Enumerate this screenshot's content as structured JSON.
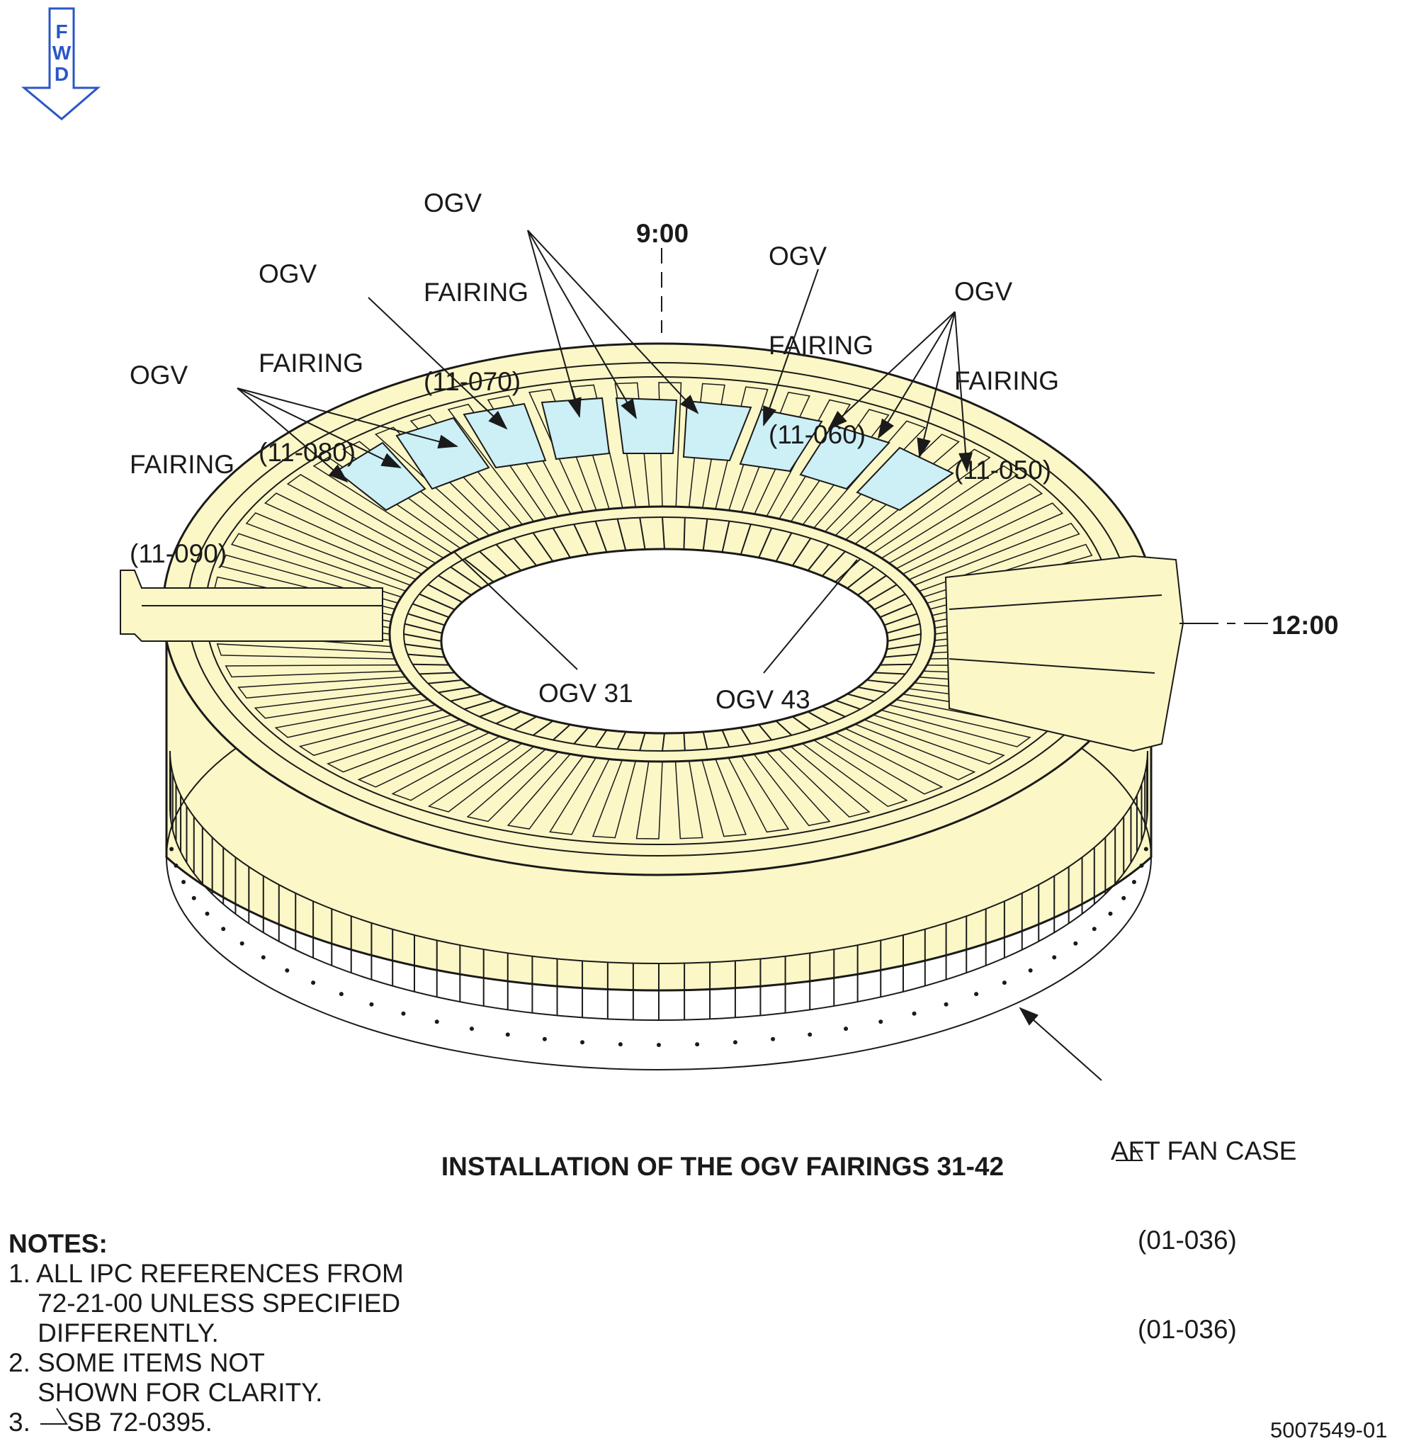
{
  "fwd_arrow": {
    "letters": [
      "F",
      "W",
      "D"
    ],
    "color": "#2a56c6"
  },
  "callouts": {
    "fairing_11_090": [
      "OGV",
      "FAIRING",
      "(11-090)"
    ],
    "fairing_11_080": [
      "OGV",
      "FAIRING",
      "(11-080)"
    ],
    "fairing_11_070": [
      "OGV",
      "FAIRING",
      "(11-070)"
    ],
    "fairing_11_060": [
      "OGV",
      "FAIRING",
      "(11-060)"
    ],
    "fairing_11_050": [
      "OGV",
      "FAIRING",
      "(11-050)"
    ],
    "clock_9": "9:00",
    "clock_12": "12:00",
    "ogv_31": "OGV 31",
    "ogv_43": "OGV 43",
    "aft_fan_case": [
      "AFT FAN CASE",
      "(01-036)",
      "(01-036)"
    ]
  },
  "title": "INSTALLATION OF THE OGV FAIRINGS 31-42",
  "notes": {
    "heading": "NOTES:",
    "lines": [
      "1. ALL IPC REFERENCES FROM",
      "    72-21-00 UNLESS SPECIFIED",
      "    DIFFERENTLY.",
      "2. SOME ITEMS NOT",
      "    SHOWN FOR CLARITY.",
      "3.     SB 72-0395."
    ]
  },
  "figure_id": "5007549-01",
  "colors": {
    "part_fill": "#fbf7c6",
    "fairing_fill": "#cdeff6",
    "line": "#1a1a1a",
    "fwd": "#2a56c6"
  }
}
